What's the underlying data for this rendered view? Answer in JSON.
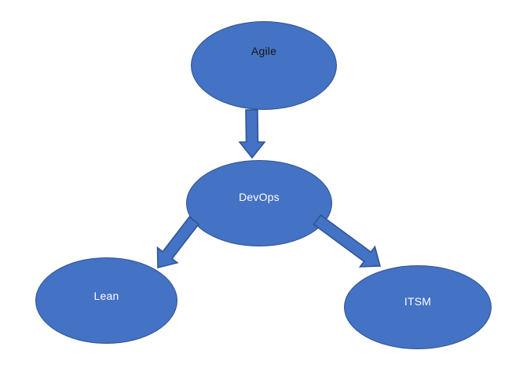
{
  "diagram": {
    "nodes": [
      {
        "id": "agile",
        "label": "Agile",
        "shape": "ellipse",
        "text_color": "#161616"
      },
      {
        "id": "devops",
        "label": "DevOps",
        "shape": "ellipse",
        "text_color": "#ffffff"
      },
      {
        "id": "lean",
        "label": "Lean",
        "shape": "ellipse",
        "text_color": "#ffffff"
      },
      {
        "id": "itsm",
        "label": "ITSM",
        "shape": "ellipse",
        "text_color": "#ffffff"
      }
    ],
    "edges": [
      {
        "from": "Agile",
        "to": "DevOps",
        "style": "block-arrow"
      },
      {
        "from": "DevOps",
        "to": "Lean",
        "style": "block-arrow"
      },
      {
        "from": "DevOps",
        "to": "ITSM",
        "style": "block-arrow"
      }
    ],
    "colors": {
      "shape_fill": "#4472C4",
      "shape_border": "#2F528F",
      "background": "#FFFFFF"
    }
  }
}
